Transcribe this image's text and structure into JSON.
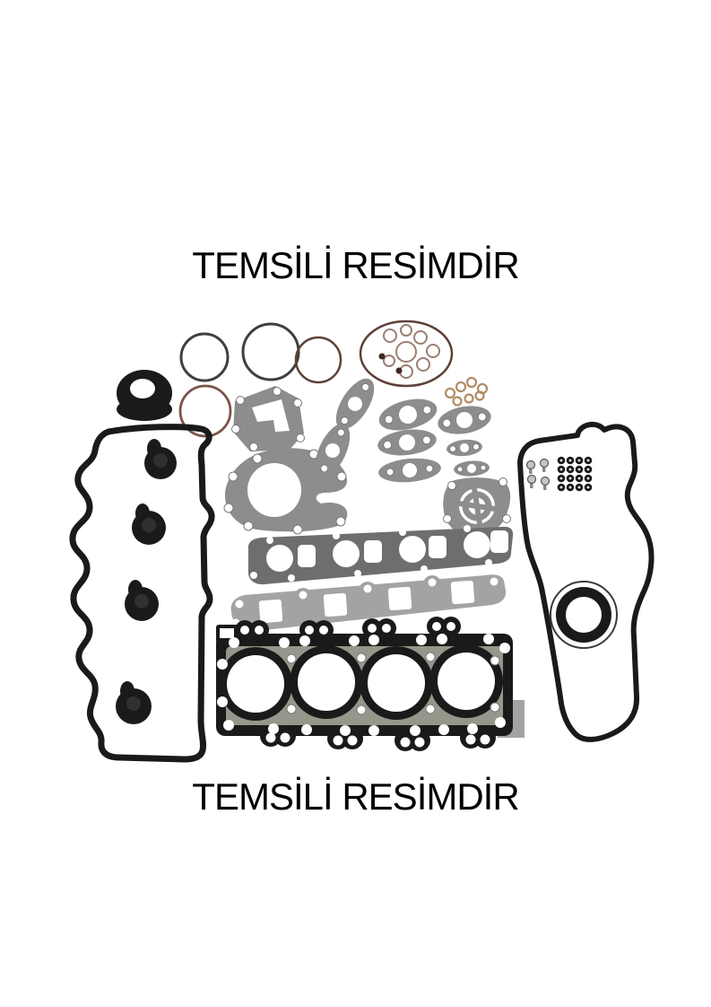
{
  "page": {
    "background_color": "#ffffff"
  },
  "captions": {
    "top": "TEMSİLİ RESİMDİR",
    "bottom": "TEMSİLİ RESİMDİR"
  },
  "product_image": {
    "description": "Engine full gasket set laid out on a white background: cylinder head gasket with four bores, valve cover gasket with spark plug tube seals, intake and exhaust manifold gaskets, timing cover gasket with crankshaft seal, water pump and thermostat gaskets, small port gaskets, O-rings, copper washers, camshaft seal and valve stem seals",
    "parts": [
      "o-rings",
      "injector-oring-cluster",
      "copper-washers",
      "camshaft-seal",
      "thermostat-gasket",
      "water-pump-gasket",
      "outlet-gaskets",
      "egr-water-outlet-gaskets",
      "oil-pump-gasket",
      "breather-gasket",
      "intake-manifold-gasket",
      "exhaust-manifold-gasket",
      "cylinder-head-gasket",
      "valve-cover-gasket",
      "spark-plug-tube-seals",
      "timing-cover-gasket",
      "crankshaft-seal",
      "valve-seal-clips",
      "valve-stem-seals"
    ],
    "colors": {
      "rubber_black": "#1a1a1a",
      "gasket_gray": "#8d8d8d",
      "gasket_dark_gray": "#6e6e6e",
      "gasket_light_gray": "#a3a3a3",
      "gasket_khaki": "#96968a",
      "oring_dark": "#3f3f3f",
      "oring_maroon": "#5e4038",
      "oring_brown": "#7b544a",
      "copper_light": "#9b7f72",
      "copper": "#b08d66",
      "bore_white": "#ffffff"
    }
  }
}
